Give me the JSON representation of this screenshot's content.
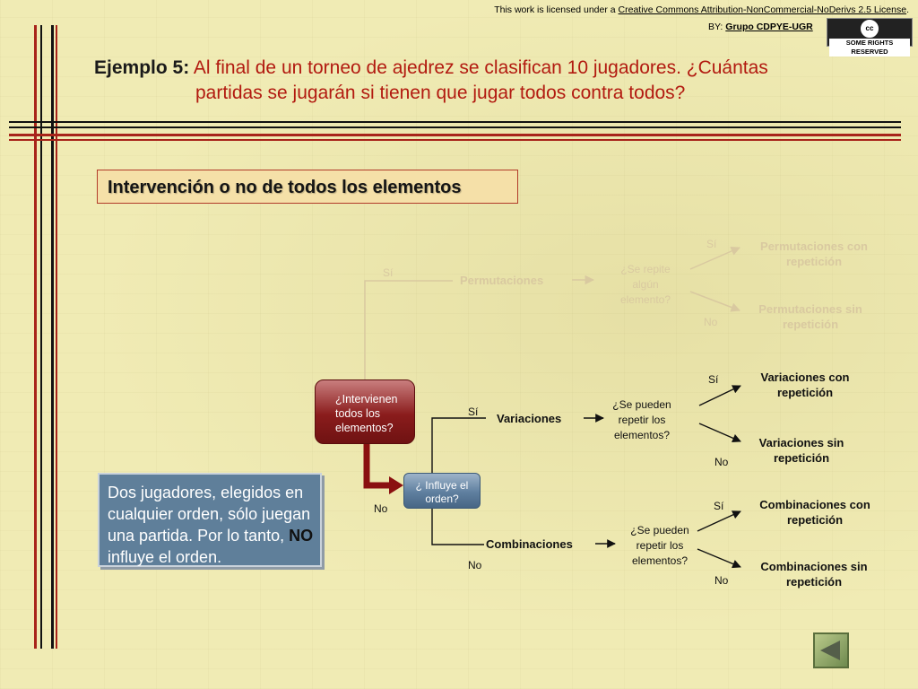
{
  "license": {
    "prefix": "This work is licensed under a",
    "link": "Creative Commons Attribution-NonCommercial-NoDerivs 2.5 License",
    "suffix": "."
  },
  "byline": {
    "prefix": "BY:",
    "author": "Grupo CDPYE-UGR"
  },
  "cc_badge": {
    "logo": "cc",
    "text": "SOME RIGHTS RESERVED"
  },
  "title": {
    "label": "Ejemplo 5:",
    "line1": "Al final de un torneo de ajedrez se clasifican 10 jugadores. ¿Cuántas",
    "line2": "partidas se jugarán si tienen que jugar todos contra todos?"
  },
  "section": "Intervención o no de todos los elementos",
  "flowchart": {
    "q_all": {
      "line1": "¿Intervienen",
      "line2": "todos los",
      "line3": "elementos?"
    },
    "q_order": {
      "line1": "¿ Influye el",
      "line2": "orden?"
    },
    "yes": "Sí",
    "no": "No",
    "permutaciones": "Permutaciones",
    "q_repeat_elem": {
      "line1": "¿Se repite",
      "line2": "algún",
      "line3": "elemento?"
    },
    "perm_con": {
      "line1": "Permutaciones con",
      "line2": "repetición"
    },
    "perm_sin": {
      "line1": "Permutaciones sin",
      "line2": "repetición"
    },
    "variaciones": "Variaciones",
    "q_repeat_1": {
      "line1": "¿Se pueden",
      "line2": "repetir los",
      "line3": "elementos?"
    },
    "var_con": {
      "line1": "Variaciones con",
      "line2": "repetición"
    },
    "var_sin": {
      "line1": "Variaciones sin",
      "line2": "repetición"
    },
    "combinaciones": "Combinaciones",
    "q_repeat_2": {
      "line1": "¿Se pueden",
      "line2": "repetir los",
      "line3": "elementos?"
    },
    "comb_con": {
      "line1": "Combinaciones con",
      "line2": "repetición"
    },
    "comb_sin": {
      "line1": "Combinaciones sin",
      "line2": "repetición"
    }
  },
  "note": {
    "text": "Dos jugadores, elegidos en cualquier orden, sólo juegan una partida. Por lo tanto,",
    "emphasis": "NO",
    "tail": "influye el orden."
  },
  "colors": {
    "accent_red": "#b21a10",
    "node_red": "#8a1c1c",
    "node_blue": "#5f7f9f",
    "note_bg": "#5f7f9a"
  },
  "icons": {
    "back": "back-arrow-icon",
    "cc": "cc-license-icon"
  }
}
